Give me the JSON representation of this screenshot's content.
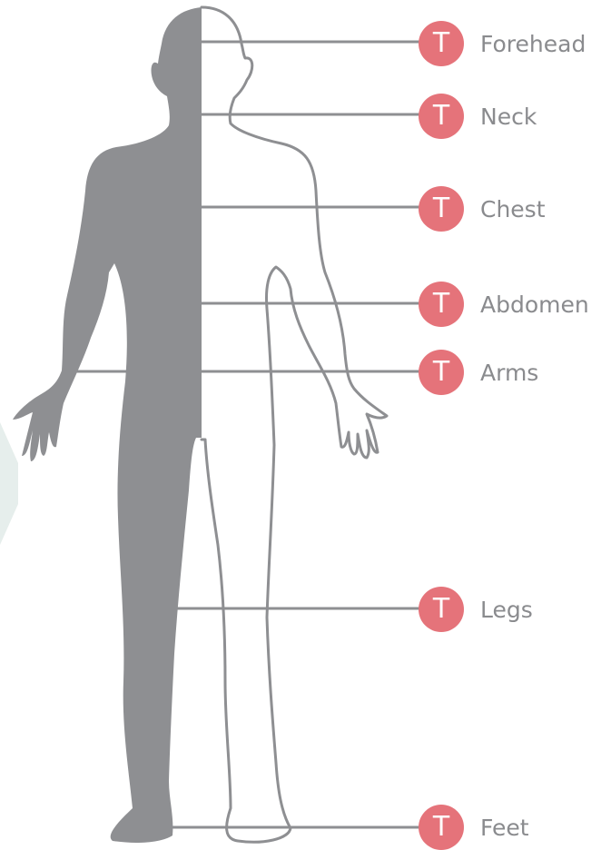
{
  "colors": {
    "badge": "#e5737a",
    "silhouette": "#8e8f92",
    "outline": "#8e8f92",
    "leader_line": "#8e8f92",
    "label_text": "#8a8b8e",
    "background_hex": "#e6eeec"
  },
  "badge_icon": "t-letter-circle-icon",
  "body_sites": [
    {
      "label": "Forehead",
      "badge": "T"
    },
    {
      "label": "Neck",
      "badge": "T"
    },
    {
      "label": "Chest",
      "badge": "T"
    },
    {
      "label": "Abdomen",
      "badge": "T"
    },
    {
      "label": "Arms",
      "badge": "T"
    },
    {
      "label": "Legs",
      "badge": "T"
    },
    {
      "label": "Feet",
      "badge": "T"
    }
  ]
}
